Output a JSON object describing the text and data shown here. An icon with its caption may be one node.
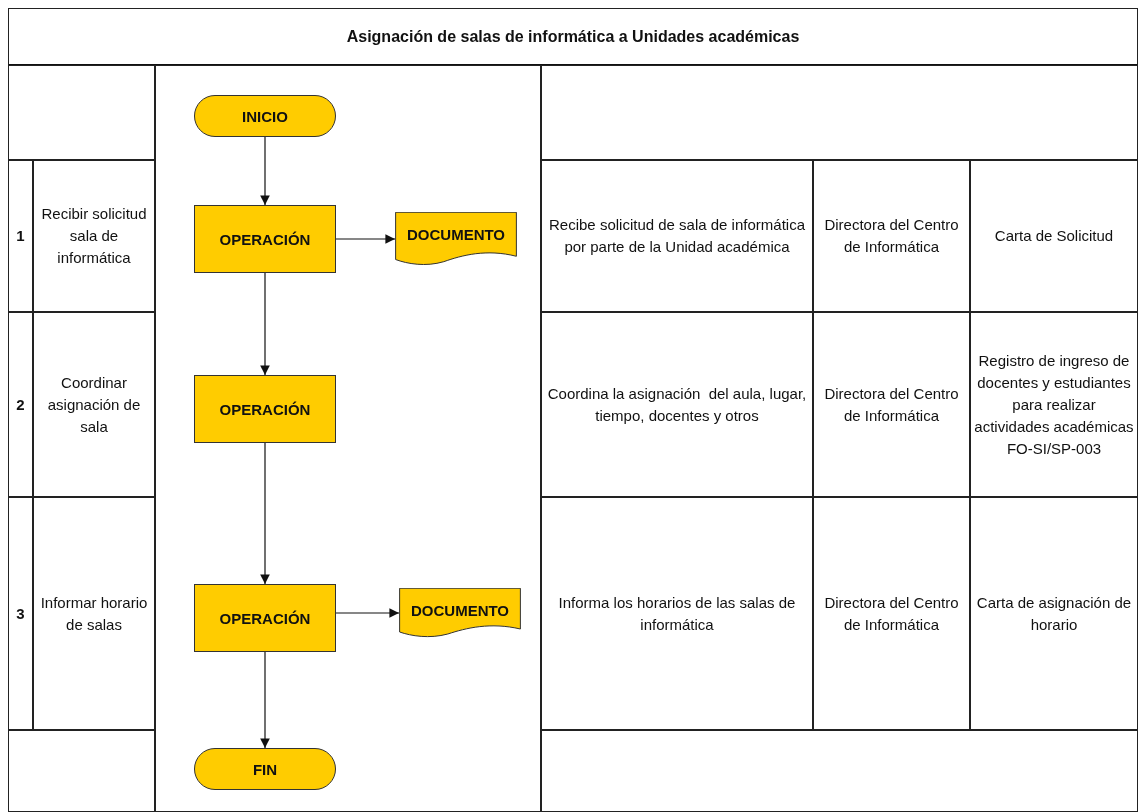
{
  "diagram": {
    "title": "Asignación de salas de informática a Unidades académicas",
    "nodes": [
      {
        "text": [
          "INICIO"
        ]
      },
      {
        "text": [
          "OPERACIÓN"
        ]
      },
      {
        "text": [
          "DOCUMENTO"
        ]
      },
      {
        "text": [
          "OPERACIÓN"
        ]
      },
      {
        "text": [
          "OPERACIÓN"
        ]
      },
      {
        "text": [
          "DOCUMENTO"
        ]
      },
      {
        "text": [
          "FIN"
        ]
      }
    ],
    "edges": [
      {
        "from": 0,
        "to": 1,
        "arrow": "to"
      },
      {
        "from": 1,
        "to": 2,
        "arrow": "to"
      },
      {
        "from": 1,
        "to": 3,
        "arrow": "to"
      },
      {
        "from": 3,
        "to": 4,
        "arrow": "to"
      },
      {
        "from": 4,
        "to": 5,
        "arrow": "to"
      },
      {
        "from": 4,
        "to": 6,
        "arrow": "to"
      }
    ],
    "labels": [
      "1",
      "Recibir solicitud sala de informática",
      "Recibe solicitud de sala de informática por parte de la Unidad académica",
      "Directora del Centro de Informática",
      "Carta de Solicitud",
      "2",
      "Coordinar asignación de sala",
      "Coordina la asignación  del aula, lugar, tiempo, docentes y otros",
      "Directora del Centro de Informática",
      "Registro de ingreso de docentes y estudiantes para realizar actividades académicas FO-SI/SP-003",
      "3",
      "Informar horario de salas",
      "Informa los horarios de las salas de informática",
      "Directora del Centro de Informática",
      "Carta de asignación de horario"
    ]
  }
}
